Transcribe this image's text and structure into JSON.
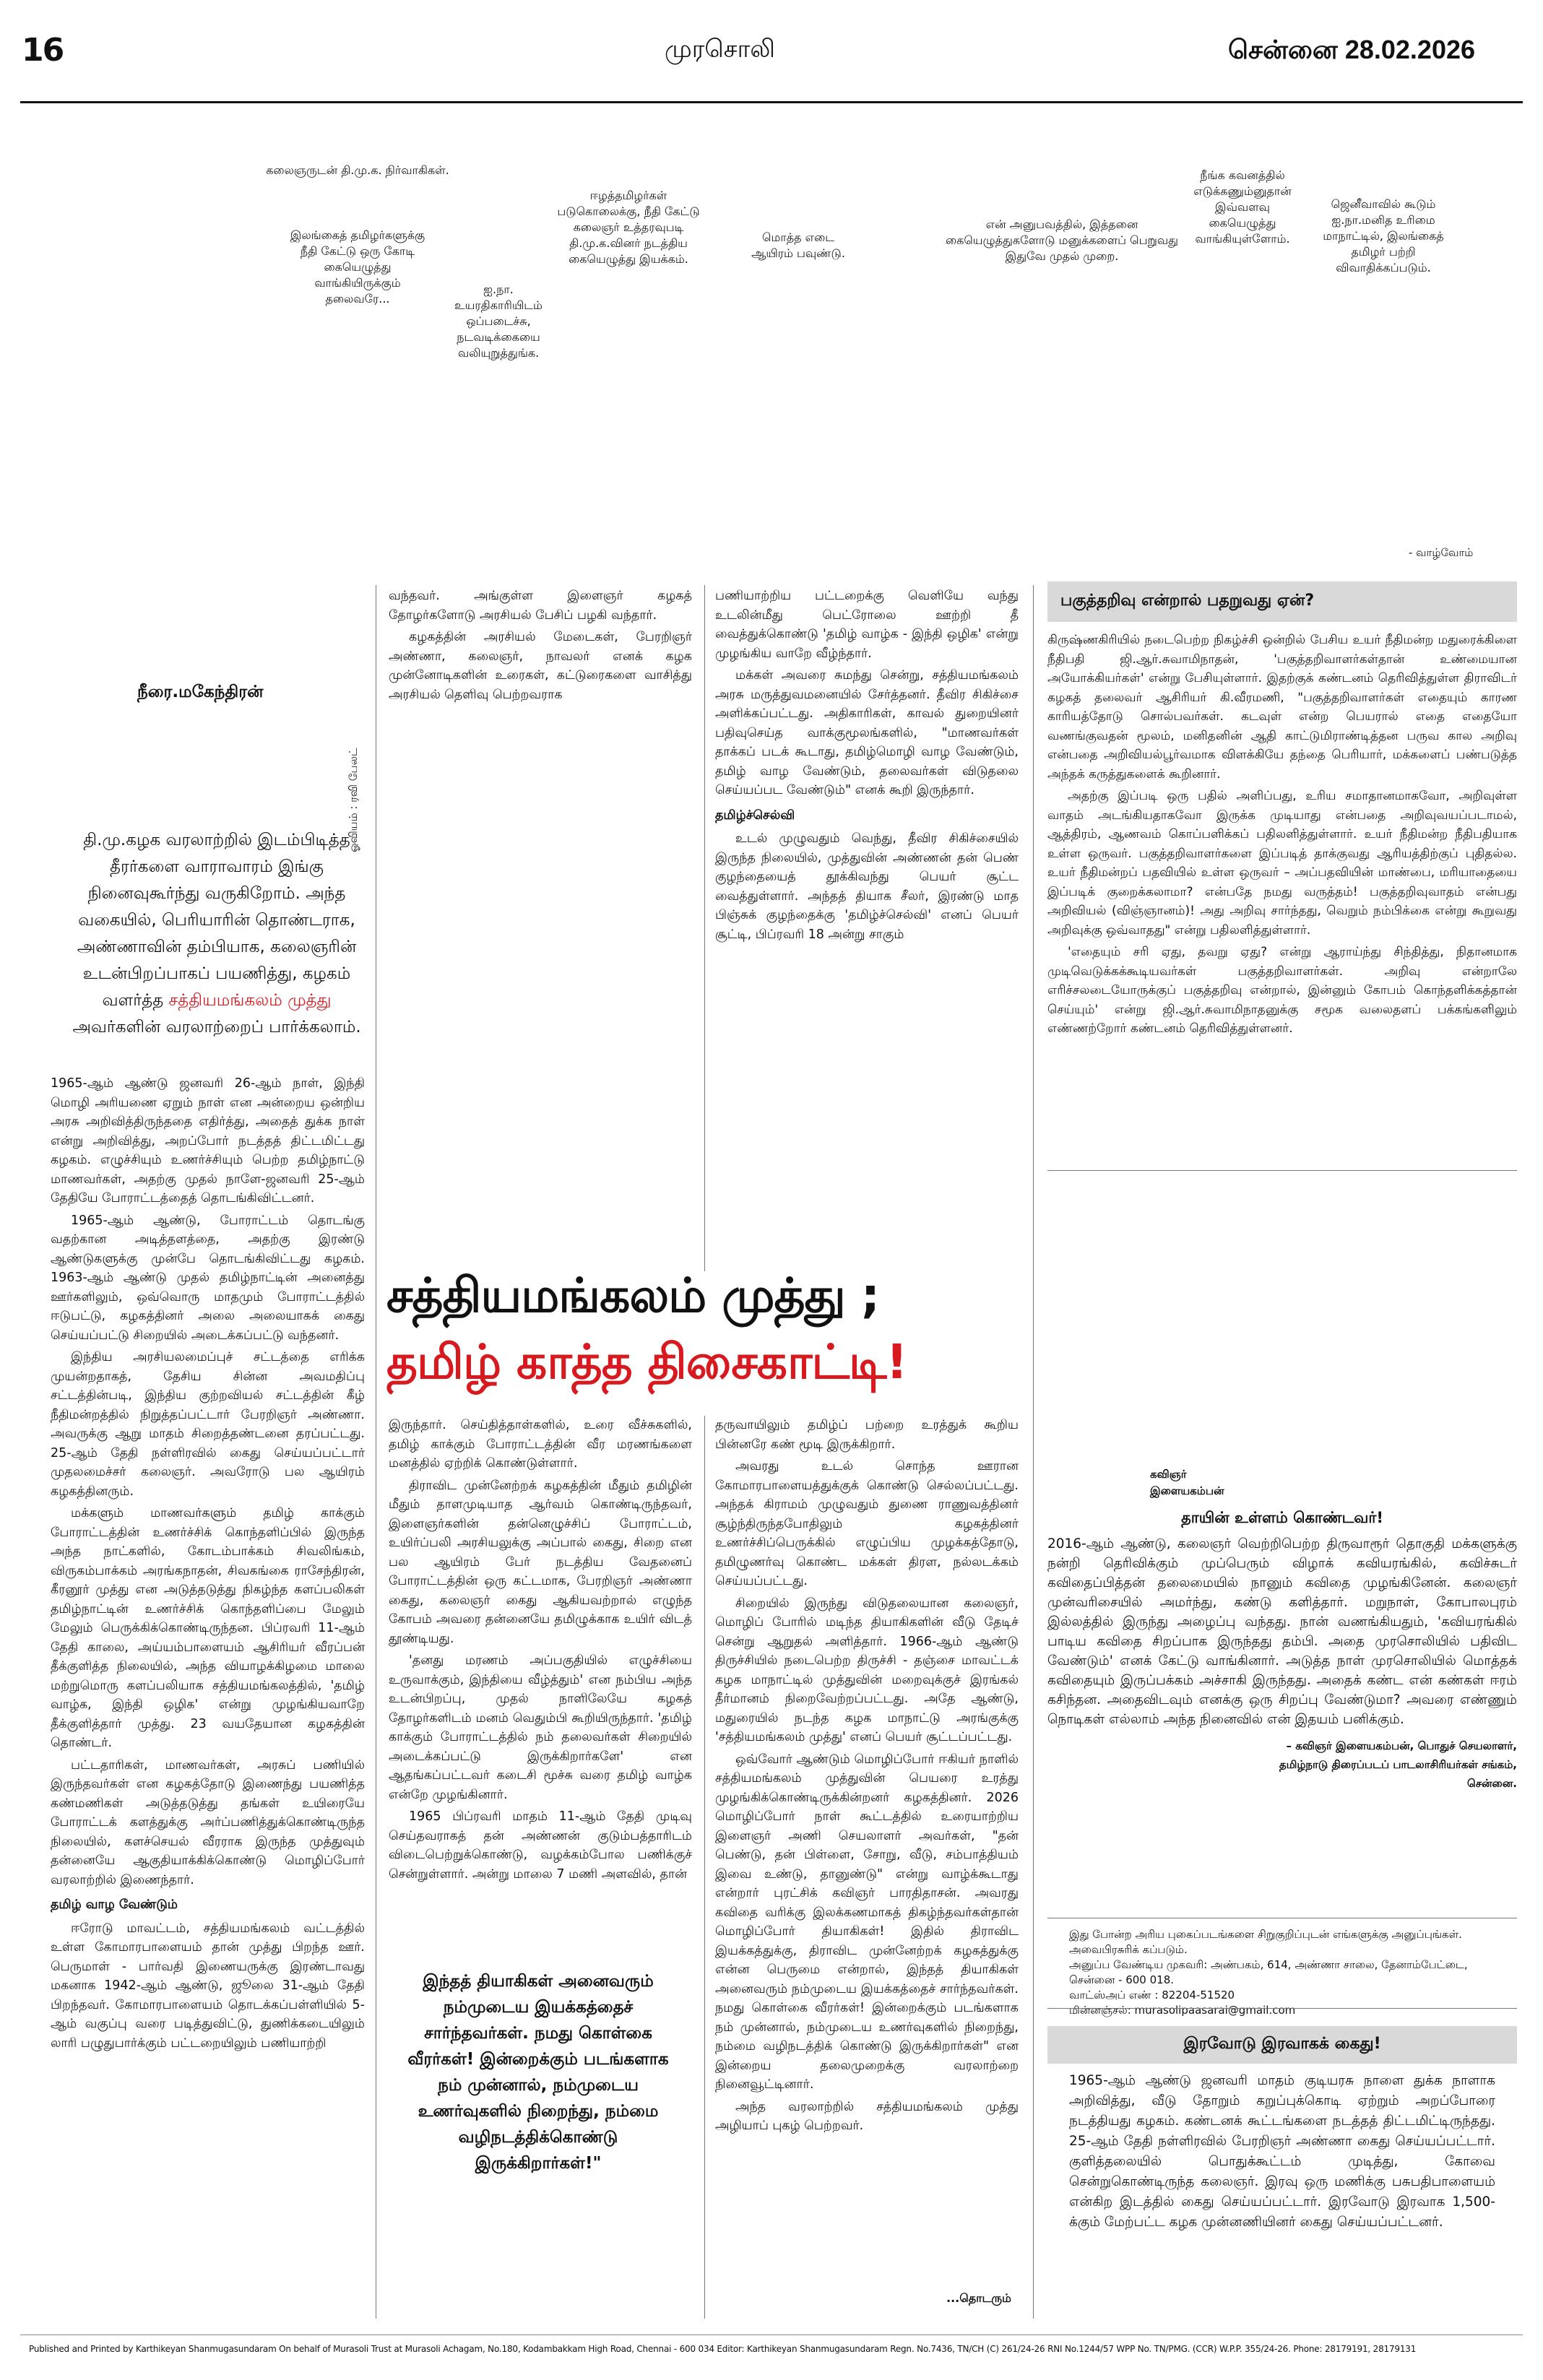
{
  "header": {
    "page_number": "16",
    "masthead": "முரசொலி",
    "date_line": "சென்னை 28.02.2026"
  },
  "photo_captions": [
    "கலைஞருடன் தி.மு.க. நிர்வாகிகள்.",
    "இலங்கைத் தமிழர்களுக்கு நீதி கேட்டு ஒரு கோடி கையெழுத்து வாங்கியிருக்கும் தலைவரே...",
    "ஐ.நா. உயரதிகாரியிடம் ஒப்படைச்சு, நடவடிக்கையை வலியுறுத்துங்க.",
    "ஈழத்தமிழர்கள் படுகொலைக்கு, நீதி கேட்டு கலைஞர் உத்தரவுபடி தி.மு.க.வினர் நடத்திய கையெழுத்து இயக்கம்.",
    "மொத்த எடை ஆயிரம் பவுண்டு.",
    "என் அனுபவத்தில், இத்தனை கையெழுத்துகளோடு மனுக்களைப் பெறுவது இதுவே முதல் முறை.",
    "நீங்க கவனத்தில் எடுக்கணும்னுதான் இவ்வளவு கையெழுத்து வாங்கியுள்ளோம்.",
    "ஜெனீவாவில் கூடும் ஐ.நா.மனித உரிமை மாநாட்டில், இலங்கைத் தமிழர் பற்றி விவாதிக்கப்படும்."
  ],
  "strip_end": "- வாழ்வோம்",
  "author": "நீரை.மகேந்திரன்",
  "illustrator_credit": "ஓவியம் : ரவி பேலட்",
  "intro": {
    "lines": "தி.மு.கழக வரலாற்றில் இடம்பிடித்த தீரர்களை வாராவாரம் இங்கு நினைவுகூர்ந்து வருகிறோம். அந்த வகையில், பெரியாரின் தொண்டராக, அண்ணாவின் தம்பியாக, கலைஞரின் உடன்பிறப்பாகப் பயணித்து, கழகம் வளர்த்த",
    "name": "சத்தியமங்கலம் முத்து",
    "tail": "அவர்களின் வரலாற்றைப் பார்க்கலாம்."
  },
  "headline": {
    "line1": "சத்தியமங்கலம் முத்து ;",
    "line2": "தமிழ் காத்த திசைகாட்டி!"
  },
  "col1": [
    "1965-ஆம் ஆண்டு ஜனவரி 26-ஆம் நாள், இந்தி மொழி அரியணை ஏறும் நாள் என அன்றைய ஒன்றிய அரசு அறிவித்திருந்ததை எதிர்த்து, அதைத் துக்க நாள் என்று அறிவித்து, அறப்போர் நடத்தத் திட்டமிட்டது கழகம். எழுச்சியும் உணர்ச்சியும் பெற்ற தமிழ்நாட்டு மாணவர்கள், அதற்கு முதல் நாளே-ஜனவரி 25-ஆம் தேதியே போராட்டத்தைத் தொடங்கிவிட்டனர்.",
    "1965-ஆம் ஆண்டு, போராட்டம் தொடங்கு வதற்கான அடித்தளத்தை, அதற்கு இரண்டு ஆண்டுகளுக்கு முன்பே தொடங்கிவிட்டது கழகம். 1963-ஆம் ஆண்டு முதல் தமிழ்நாட்டின் அனைத்து ஊர்களிலும், ஒவ்வொரு மாதமும் போராட்டத்தில் ஈடுபட்டு, கழகத்தினர் அலை அலையாகக் கைது செய்யப்பட்டு சிறையில் அடைக்கப்பட்டு வந்தனர்.",
    "இந்திய அரசியலமைப்புச் சட்டத்தை எரிக்க முயன்றதாகத், தேசிய சின்ன அவமதிப்பு சட்டத்தின்படி, இந்திய குற்றவியல் சட்டத்தின் கீழ் நீதிமன்றத்தில் நிறுத்தப்பட்டார் பேரறிஞர் அண்ணா. அவருக்கு ஆறு மாதம் சிறைத்தண்டனை தரப்பட்டது. 25-ஆம் தேதி நள்ளிரவில் கைது செய்யப்பட்டார் முதலமைச்சர் கலைஞர். அவரோடு பல ஆயிரம் கழகத்தினரும்.",
    "மக்களும் மாணவர்களும் தமிழ் காக்கும் போராட்டத்தின் உணர்ச்சிக் கொந்தளிப்பில் இருந்த அந்த நாட்களில், கோடம்பாக்கம் சிவலிங்கம், விருகம்பாக்கம் அரங்கநாதன், சிவகங்கை ராசேந்திரன், கீரனூர் முத்து என அடுத்தடுத்து நிகழ்ந்த களப்பலிகள் தமிழ்நாட்டின் உணர்ச்சிக் கொந்தளிப்பை மேலும் மேலும் பெருக்கிக்கொண்டிருந்தன. பிப்ரவரி 11-ஆம் தேதி காலை, அய்யம்பாளையம் ஆசிரியர் வீரப்பன் தீக்குளித்த நிலையில், அந்த வியாழக்கிழமை மாலை மற்றுமொரு களப்பலியாக சத்தியமங்கலத்தில், 'தமிழ் வாழ்க, இந்தி ஒழிக' என்று முழங்கியவாறே தீக்குளித்தார் முத்து. 23 வயதேயான கழகத்தின் தொண்டர்.",
    "பட்டதாரிகள், மாணவர்கள், அரசுப் பணியில் இருந்தவர்கள் என கழகத்தோடு இணைந்து பயணித்த கண்மணிகள் அடுத்தடுத்து தங்கள் உயிரையே போராட்டக் களத்துக்கு அர்ப்பணித்துக்கொண்டிருந்த நிலையில், களச்செயல் வீரராக இருந்த முத்துவும் தன்னையே ஆகுதியாக்கிக்கொண்டு மொழிப்போர் வரலாற்றில் இணைந்தார்."
  ],
  "col1_sub": "தமிழ் வாழ வேண்டும்",
  "col1_after": [
    "ஈரோடு மாவட்டம், சத்தியமங்கலம் வட்டத்தில் உள்ள கோமாரபாளையம் தான் முத்து பிறந்த ஊர். பெருமாள் - பார்வதி இணையருக்கு இரண்டாவது மகனாக 1942-ஆம் ஆண்டு, ஜூலை 31-ஆம் தேதி பிறந்தவர். கோமாரபாளையம் தொடக்கப்பள்ளியில் 5-ஆம் வகுப்பு வரை படித்துவிட்டு, துணிக்கடையிலும் லாரி பழுதுபார்க்கும் பட்டறையிலும் பணியாற்றி"
  ],
  "col2_top": [
    "வந்தவர். அங்குள்ள இளைஞர் கழகத் தோழர்களோடு அரசியல் பேசிப் பழகி வந்தார்.",
    "கழகத்தின் அரசியல் மேடைகள், பேரறிஞர் அண்ணா, கலைஞர், நாவலர் எனக் கழக முன்னோடிகளின் உரைகள், கட்டுரைகளை வாசித்து அரசியல் தெளிவு பெற்றவராக"
  ],
  "col3_top": [
    "பணியாற்றிய பட்டறைக்கு வெளியே வந்து உடலின்மீது பெட்ரோலை ஊற்றி தீ வைத்துக்கொண்டு 'தமிழ் வாழ்க - இந்தி ஒழிக' என்று முழங்கிய வாறே வீழ்ந்தார்.",
    "மக்கள் அவரை சுமந்து சென்று, சத்தியமங்கலம் அரசு மருத்துவமனையில் சேர்த்தனர். தீவிர சிகிச்சை அளிக்கப்பட்டது. அதிகாரிகள், காவல் துறையினர் பதிவுசெய்த வாக்குமூலங்களில், \"மாணவர்கள் தாக்கப் படக் கூடாது, தமிழ்மொழி வாழ வேண்டும், தமிழ் வாழ வேண்டும், தலைவர்கள் விடுதலை செய்யப்பட வேண்டும்\" எனக் கூறி இருந்தார்."
  ],
  "col3_sub": "தமிழ்ச்செல்வி",
  "col3_after": "உடல் முழுவதும் வெந்து, தீவிர சிகிச்சையில் இருந்த நிலையில், முத்துவின் அண்ணன் தன் பெண் குழந்தையைத் தூக்கிவந்து பெயர் சூட்ட வைத்துள்ளார். அந்தத் தியாக சீலர், இரண்டு மாத பிஞ்சுக் குழந்தைக்கு 'தமிழ்ச்செல்வி' எனப் பெயர் சூட்டி, பிப்ரவரி 18 அன்று சாகும்",
  "col2_bottom": [
    "இருந்தார். செய்தித்தாள்களில், உரை வீச்சுகளில், தமிழ் காக்கும் போராட்டத்தின் வீர மரணங்களை மனத்தில் ஏற்றிக் கொண்டுள்ளார்.",
    "திராவிட முன்னேற்றக் கழகத்தின் மீதும் தமிழின் மீதும் தாளமுடியாத ஆர்வம் கொண்டிருந்தவர், இளைஞர்களின் தன்னெழுச்சிப் போராட்டம், உயிர்ப்பலி அரசியலுக்கு அப்பால் கைது, சிறை என பல ஆயிரம் பேர் நடத்திய வேதனைப் போராட்டத்தின் ஒரு கட்டமாக, பேரறிஞர் அண்ணா கைது, கலைஞர் கைது ஆகியவற்றால் எழுந்த கோபம் அவரை தன்னையே தமிழுக்காக உயிர் விடத் தூண்டியது.",
    "'தனது மரணம் அப்பகுதியில் எழுச்சியை உருவாக்கும், இந்தியை வீழ்த்தும்' என நம்பிய அந்த உடன்பிறப்பு, முதல் நாளிலேயே கழகத் தோழர்களிடம் மனம் வெதும்பி கூறியிருந்தார். 'தமிழ் காக்கும் போராட்டத்தில் நம் தலைவர்கள் சிறையில் அடைக்கப்பட்டு இருக்கிறார்களே' என ஆதங்கப்பட்டவர் கடைசி மூச்சு வரை தமிழ் வாழ்க என்றே முழங்கினார்.",
    "1965 பிப்ரவரி மாதம் 11-ஆம் தேதி முடிவு செய்தவராகத் தன் அண்ணன் குடும்பத்தாரிடம் விடைபெற்றுக்கொண்டு, வழக்கம்போல பணிக்குச் சென்றுள்ளார். அன்று மாலை 7 மணி அளவில், தான்"
  ],
  "col3_bottom": [
    "தருவாயிலும் தமிழ்ப் பற்றை உரத்துக் கூறிய பின்னரே கண் மூடி இருக்கிறார்.",
    "அவரது உடல் சொந்த ஊரான கோமாரபாளையத்துக்குக் கொண்டு செல்லப்பட்டது. அந்தக் கிராமம் முழுவதும் துணை ராணுவத்தினர் சூழ்ந்திருந்தபோதிலும் கழகத்தினர் உணர்ச்சிப்பெருக்கில் எழுப்பிய முழக்கத்தோடு, தமிழுணர்வு கொண்ட மக்கள் திரள, நல்லடக்கம் செய்யப்பட்டது.",
    "சிறையில் இருந்து விடுதலையான கலைஞர், மொழிப் போரில் மடிந்த தியாகிகளின் வீடு தேடிச் சென்று ஆறுதல் அளித்தார். 1966-ஆம் ஆண்டு திருச்சியில் நடைபெற்ற திருச்சி - தஞ்சை மாவட்டக் கழக மாநாட்டில் முத்துவின் மறைவுக்குச் இரங்கல் தீர்மானம் நிறைவேற்றப்பட்டது. அதே ஆண்டு, மதுரையில் நடந்த கழக மாநாட்டு அரங்குக்கு 'சத்தியமங்கலம் முத்து' எனப் பெயர் சூட்டப்பட்டது.",
    "ஒவ்வோர் ஆண்டும் மொழிப்போர் ஈகியர் நாளில் சத்தியமங்கலம் முத்துவின் பெயரை உரத்து முழங்கிக்கொண்டிருக்கின்றனர் கழகத்தினர். 2026 மொழிப்போர் நாள் கூட்டத்தில் உரையாற்றிய இளைஞர் அணி செயலாளர் அவர்கள், \"தன் பெண்டு, தன் பிள்ளை, சோறு, வீடு, சம்பாத்தியம் இவை உண்டு, தானுண்டு\" என்று வாழ்க்கூடாது என்றார் புரட்சிக் கவிஞர் பாரதிதாசன். அவரது கவிதை வரிக்கு இலக்கணமாகத் திகழ்ந்தவர்கள்தான் மொழிப்போர் தியாகிகள்! இதில் திராவிட இயக்கத்துக்கு, திராவிட முன்னேற்றக் கழகத்துக்கு என்ன பெருமை என்றால், இந்தத் தியாகிகள் அனைவரும் நம்முடைய இயக்கத்தைச் சார்ந்தவர்கள். நமது கொள்கை வீரர்கள்! இன்றைக்கும் படங்களாக நம் முன்னால், நம்முடைய உணர்வுகளில் நிறைந்து, நம்மை வழிநடத்திக் கொண்டு இருக்கிறார்கள்\" என இன்றைய தலைமுறைக்கு வரலாற்றை நினைவூட்டினார்.",
    "அந்த வரலாற்றில் சத்தியமங்கலம் முத்து அழியாப் புகழ் பெற்றவர்."
  ],
  "continued": "...தொடரும்",
  "pull_quote": "இந்தத் தியாகிகள் அனைவரும் நம்முடைய இயக்கத்தைச் சார்ந்தவர்கள். நமது கொள்கை வீரர்கள்! இன்றைக்கும் படங்களாக நம் முன்னால், நம்முடைய உணர்வுகளில் நிறைந்து, நம்மை வழிநடத்திக்கொண்டு இருக்கிறார்கள்!\"",
  "box_rational": {
    "title": "பகுத்தறிவு என்றால் பதறுவது ஏன்?",
    "paras": [
      "கிருஷ்ணகிரியில் நடைபெற்ற நிகழ்ச்சி ஒன்றில் பேசிய உயர் நீதிமன்ற மதுரைக்கிளை நீதிபதி ஜி.ஆர்.சுவாமிநாதன், 'பகுத்தறிவாளர்கள்தான் உண்மையான அயோக்கியர்கள்' என்று பேசியுள்ளார். இதற்குக் கண்டனம் தெரிவித்துள்ள திராவிடர் கழகத் தலைவர் ஆசிரியர் கி.வீரமணி, \"பகுத்தறிவாளர்கள் எதையும் காரண காரியத்தோடு சொல்பவர்கள். கடவுள் என்ற பெயரால் எதை எதையோ வணங்குவதன் மூலம், மனிதனின் ஆதி காட்டுமிராண்டித்தன பருவ கால அறிவு என்பதை அறிவியல்பூர்வமாக விளக்கியே தந்தை பெரியார், மக்களைப் பண்படுத்த அந்தக் கருத்துகளைக் கூறினார்.",
      "அதற்கு இப்படி ஒரு பதில் அளிப்பது, உரிய சமாதானமாகவோ, அறிவுள்ள வாதம் அடங்கியதாகவோ இருக்க முடியாது என்பதை அறிவுவயப்படாமல், ஆத்திரம், ஆணவம் கொப்பளிக்கப் பதிலளித்துள்ளார். உயர் நீதிமன்ற நீதிபதியாக உள்ள ஒருவர். பகுத்தறிவாளர்களை இப்படித் தாக்குவது ஆரியத்திற்குப் புதிதல்ல. உயர் நீதிமன்றப் பதவியில் உள்ள ஒருவர் – அப்பதவியின் மாண்பை, மரியாதையை இப்படிக் குறைக்கலாமா? என்பதே நமது வருத்தம்! பகுத்தறிவுவாதம் என்பது அறிவியல் (விஞ்ஞானம்)! அது அறிவு சார்ந்தது, வெறும் நம்பிக்கை என்று கூறுவது அறிவுக்கு ஒவ்வாதது\" என்று பதிலளித்துள்ளார்.",
      "'எதையும் சரி ஏது, தவறு ஏது? என்று ஆராய்ந்து சிந்தித்து, நிதானமாக முடிவெடுக்கக்கூடியவர்கள் பகுத்தறிவாளர்கள். அறிவு என்றாலே எரிச்சலடையோருக்குப் பகுத்தறிவு என்றால், இன்னும் கோபம் கொந்தளிக்கத்தான் செய்யும்' என்று ஜி.ஆர்.சுவாமிநாதனுக்கு சமூக வலைதளப் பக்கங்களிலும் எண்ணற்றோர் கண்டனம் தெரிவித்துள்ளனர்."
    ]
  },
  "poem_box": {
    "poet_label": "கவிஞர்",
    "poet_name": "இளையகம்பன்",
    "title": "தாயின் உள்ளம் கொண்டவர்!",
    "body": "2016-ஆம் ஆண்டு, கலைஞர் வெற்றிபெற்ற திருவாரூர் தொகுதி மக்களுக்கு நன்றி தெரிவிக்கும் முப்பெரும் விழாக் கவியரங்கில், கவிச்சுடர் கவிதைப்பித்தன் தலைமையில் நானும் கவிதை முழங்கினேன். கலைஞர் முன்வரிசையில் அமர்ந்து, கண்டு களித்தார். மறுநாள், கோபாலபுரம் இல்லத்தில் இருந்து அழைப்பு வந்தது. நான் வணங்கியதும், 'கவியரங்கில் பாடிய கவிதை சிறப்பாக இருந்தது தம்பி. அதை முரசொலியில் பதிவிட வேண்டும்' எனக் கேட்டு வாங்கினார். அடுத்த நாள் முரசொலியில் மொத்தக் கவிதையும் இருப்பக்கம் அச்சாகி இருந்தது. அதைக் கண்ட என் கண்கள் ஈரம் கசிந்தன. அதைவிடவும் எனக்கு ஒரு சிறப்பு வேண்டுமா? அவரை எண்ணும் நொடிகள் எல்லாம் அந்த நினைவில் என் இதயம் பனிக்கும்.",
    "signature_line1": "– கவிஞர் இளையகம்பன், பொதுச் செயலாளர்,",
    "signature_line2": "தமிழ்நாடு திரைப்படப் பாடலாசிரியர்கள் சங்கம்,",
    "signature_line3": "சென்னை."
  },
  "submission": {
    "line1": "இது போன்ற அரிய புகைப்படங்களை சிறுகுறிப்புடன் எங்களுக்கு அனுப்புங்கள். அவைபிரசுரிக் கப்படும்.",
    "line2": "அனுப்ப வேண்டிய முகவரி: அண்பகம், 614, அண்ணா சாலை, தேனாம்பேட்டை, சென்னை - 600 018.",
    "line3": "வாட்ஸ்அப் எண் : 82204-51520",
    "line4": "மின்னஞ்சல்: murasolipaasarai@gmail.com"
  },
  "night_box": {
    "title": "இரவோடு இரவாகக் கைது!",
    "body": "1965-ஆம் ஆண்டு ஜனவரி மாதம் குடியரசு நாளை துக்க நாளாக அறிவித்து, வீடு தோறும் கறுப்புக்கொடி ஏற்றும் அறப்போரை நடத்தியது கழகம். கண்டனக் கூட்டங்களை நடத்தத் திட்டமிட்டிருந்தது. 25-ஆம் தேதி நள்ளிரவில் பேரறிஞர் அண்ணா கைது செய்யப்பட்டார். குளித்தலையில் பொதுக்கூட்டம் முடித்து, கோவை சென்றுகொண்டிருந்த கலைஞர். இரவு ஒரு மணிக்கு பசுபதிபாளையம் என்கிற இடத்தில் கைது செய்யப்பட்டார். இரவோடு இரவாக 1,500-க்கும் மேற்பட்ட கழக முன்னணியினர் கைது செய்யப்பட்டனர்."
  },
  "footer": "Published and Printed by Karthikeyan Shanmugasundaram On behalf of Murasoli Trust at Murasoli Achagam, No.180, Kodambakkam High Road, Chennai - 600 034 Editor: Karthikeyan Shanmugasundaram Regn. No.7436, TN/CH (C) 261/24-26 RNI No.1244/57 WPP No. TN/PMG. (CCR) W.P.P. 355/24-26. Phone: 28179191, 28179131"
}
